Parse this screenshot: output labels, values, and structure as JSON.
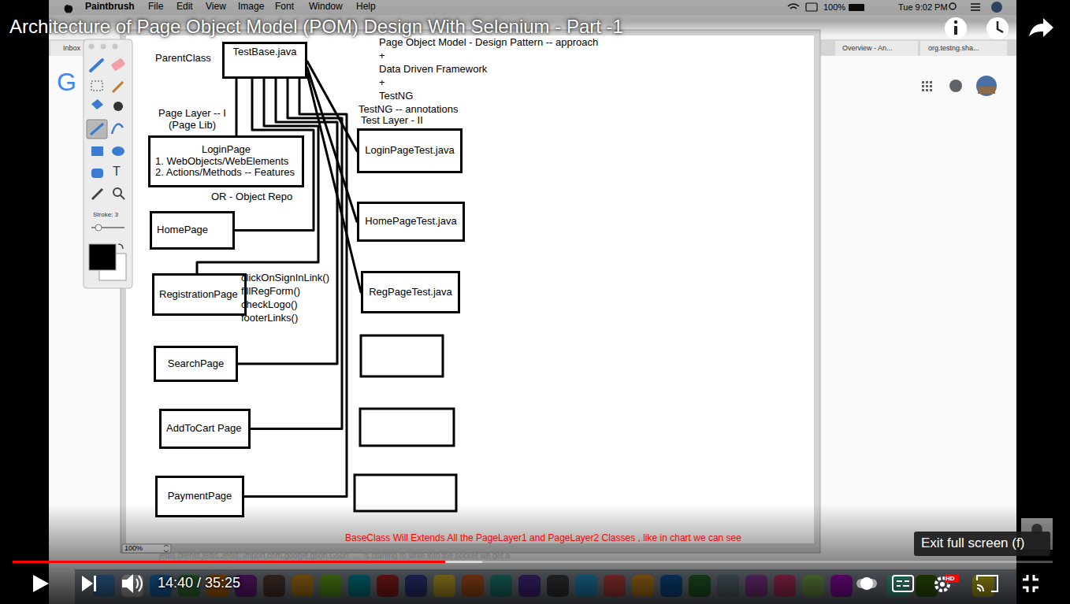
{
  "diagram": {
    "title": "Architecture of Page Object Model (POM) Design With Selenium - Part -1",
    "caption": "BaseClass Will Extends All the PageLayer1 and PageLayer2 Classes , like in chart we can see",
    "nodes": [
      {
        "text": [
          "TestBase.java"
        ]
      },
      {
        "text": [
          "LoginPage",
          "1. WebObjects/WebElements",
          "2. Actions/Methods -- Features"
        ]
      },
      {
        "text": [
          "LoginPageTest.java"
        ]
      },
      {
        "text": [
          "HomePage"
        ]
      },
      {
        "text": [
          "HomePageTest.java"
        ]
      },
      {
        "text": [
          "RegistrationPage"
        ]
      },
      {
        "text": [
          "RegPageTest.java"
        ]
      },
      {
        "text": [
          "SearchPage"
        ]
      },
      {
        "text": [
          "AddToCart Page"
        ]
      },
      {
        "text": [
          "PaymentPage"
        ]
      }
    ],
    "edges": [
      {
        "from": 0,
        "to": 1,
        "arrow": "none"
      },
      {
        "from": 0,
        "to": 2,
        "arrow": "none"
      },
      {
        "from": 0,
        "to": 3,
        "arrow": "none"
      },
      {
        "from": 0,
        "to": 4,
        "arrow": "none"
      },
      {
        "from": 0,
        "to": 5,
        "arrow": "none"
      },
      {
        "from": 0,
        "to": 6,
        "arrow": "none"
      },
      {
        "from": 0,
        "to": 7,
        "arrow": "none"
      },
      {
        "from": 0,
        "to": 8,
        "arrow": "none"
      },
      {
        "from": 0,
        "to": 9,
        "arrow": "none"
      }
    ],
    "labels": [
      "Paintbrush",
      "File",
      "Edit",
      "View",
      "Image",
      "Font",
      "Window",
      "Help",
      "100%",
      "Tue 9:02 PM",
      "Inbox",
      "Overview - An...",
      "org.testng.sha...",
      "G",
      "Page Object Model - Design Pattern -- approach",
      "+",
      "Data Driven Framework",
      "+",
      "TestNG",
      "ParentClass",
      "Page Layer -- I (Page Lib)",
      "TestNG -- annotations",
      "Test Layer - II",
      "OR - Object Repo",
      "clickOnSignInLink()",
      "fillRegForm()",
      "checkLogo()",
      "footerLinks()",
      "Stroke: 3",
      "T",
      "100%",
      "jedis.clients.jedis.Jedis; import com.google.gson.Gson; .... is starting to write into the socket we get a",
      "14:40 / 35:25",
      "Exit full screen (f)",
      "HD"
    ]
  }
}
